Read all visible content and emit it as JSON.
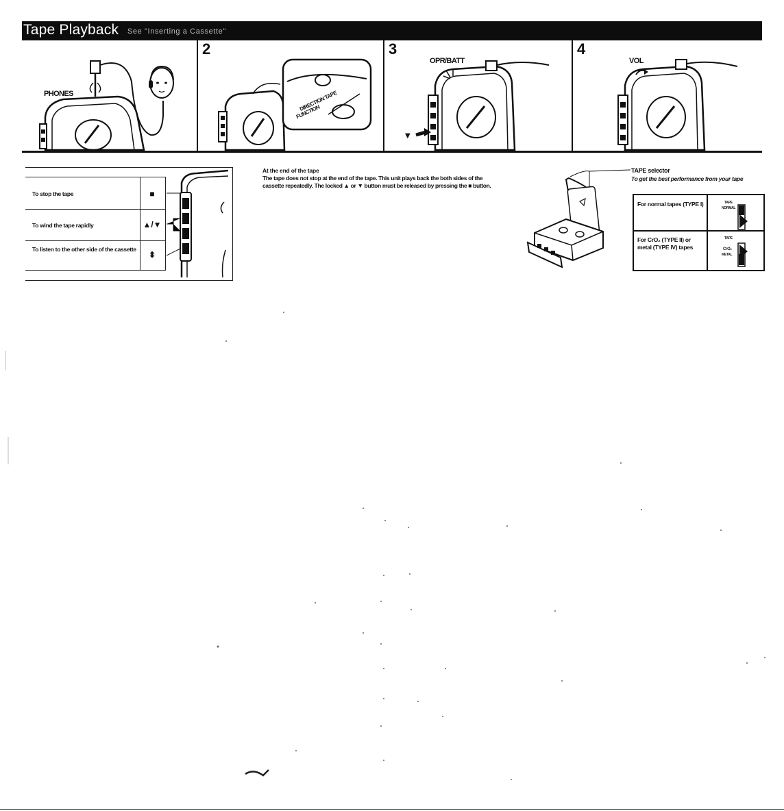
{
  "header": {
    "title": "Tape Playback",
    "subtitle": "See \"Inserting a Cassette\""
  },
  "steps": [
    {
      "number": "",
      "label": "PHONES"
    },
    {
      "number": "2",
      "label": ""
    },
    {
      "number": "3",
      "label": "OPR/BATT"
    },
    {
      "number": "4",
      "label": "VOL"
    }
  ],
  "step2_device_text": {
    "line1": "DIRECTION TAPE",
    "line2": "FUNCTION"
  },
  "operations": [
    {
      "text": "To stop the tape",
      "symbol": "■"
    },
    {
      "text": "To wind the tape rapidly",
      "symbol": "▲/▼"
    },
    {
      "text": "To listen to the other side of the cassette",
      "symbol": "⬍"
    }
  ],
  "end_of_tape": {
    "title": "At the end of the tape",
    "body": "The tape does not stop at the end of the tape. This unit plays back the both sides of the cassette repeatedly. The locked ▲ or ▼ button must be released by pressing the ■ button."
  },
  "tape_selector": {
    "label": "TAPE selector",
    "note": "To get the best performance from your tape",
    "rows": [
      {
        "text": "For normal tapes (TYPE I)",
        "switch_top": "TAPE",
        "switch_mid": "NORMAL"
      },
      {
        "text": "For CrO₂ (TYPE II) or metal (TYPE IV) tapes",
        "switch_top": "TAPE",
        "switch_mid": "CrO₂",
        "switch_bottom": "METAL"
      }
    ]
  }
}
